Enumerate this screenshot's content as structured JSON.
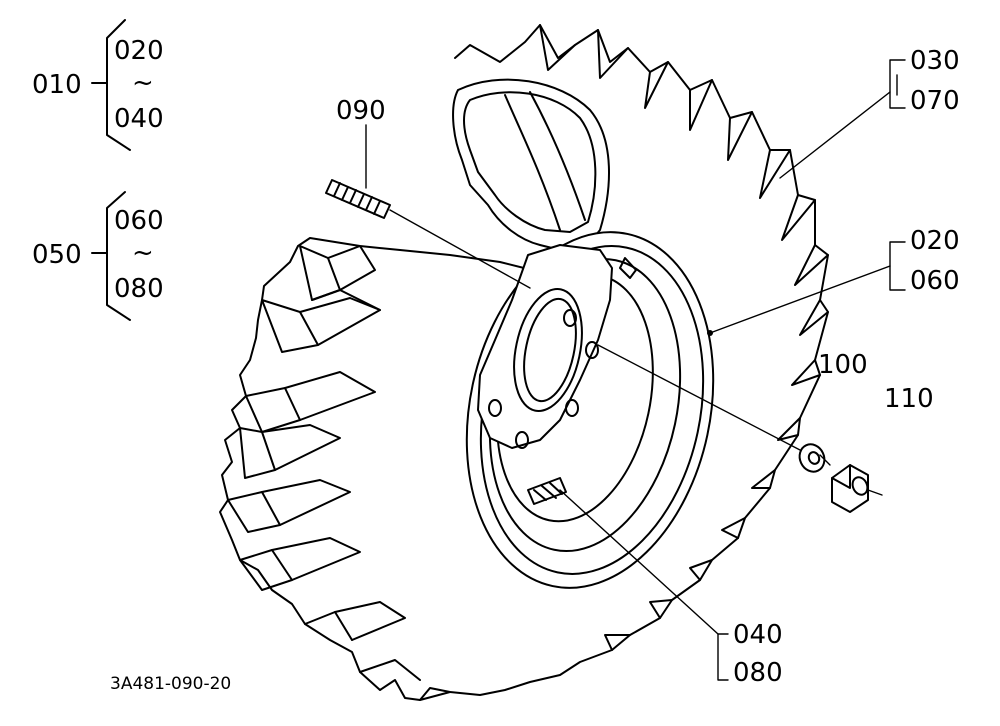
{
  "groups": [
    {
      "parent": "010",
      "first": "020",
      "range_mark": "~",
      "last": "040"
    },
    {
      "parent": "050",
      "first": "060",
      "range_mark": "~",
      "last": "080"
    }
  ],
  "callouts": {
    "stud": "090",
    "washer": "100",
    "nut": "110",
    "tire_a": "030",
    "tire_b": "070",
    "rim_a": "020",
    "rim_b": "060",
    "valve_a": "040",
    "valve_b": "080"
  },
  "drawing_ref": "3A481-090-20"
}
